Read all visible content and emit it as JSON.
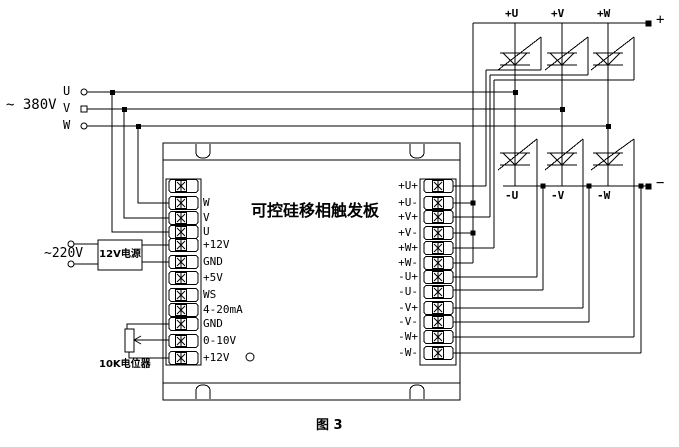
{
  "figure": {
    "caption": "图 3"
  },
  "board": {
    "title": "可控硅移相触发板",
    "left_terminals": [
      "",
      "W",
      "V",
      "U",
      "+12V",
      "GND",
      "+5V",
      "WS",
      "4-20mA",
      "GND",
      "0-10V",
      "+12V"
    ],
    "right_terminals": [
      "+U+",
      "+U-",
      "+V+",
      "+V-",
      "+W+",
      "+W-",
      "-U+",
      "-U-",
      "-V+",
      "-V-",
      "-W+",
      "-W-"
    ]
  },
  "power": {
    "mains_label": "~ 380V",
    "phase_labels": [
      "U",
      "V",
      "W"
    ],
    "aux_label": "~220V",
    "psu_label": "12V电源"
  },
  "potentiometer": {
    "label": "10K电位器"
  },
  "scr": {
    "top_labels": [
      "+U",
      "+V",
      "+W"
    ],
    "bottom_labels": [
      "-U",
      "-V",
      "-W"
    ],
    "dc_plus": "+",
    "dc_minus": "−"
  },
  "colors": {
    "line": "#000000",
    "background": "#ffffff"
  }
}
